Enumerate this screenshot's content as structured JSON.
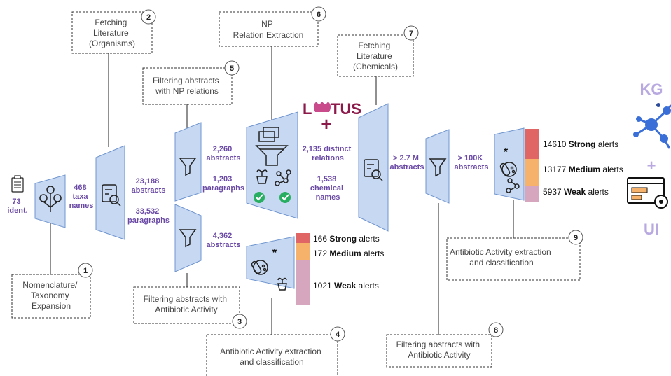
{
  "boxes": {
    "b1": {
      "num": "1",
      "lines": [
        "Nomenclature/",
        "Taxonomy",
        "Expansion"
      ]
    },
    "b2": {
      "num": "2",
      "lines": [
        "Fetching",
        "Literature",
        "(Organisms)"
      ]
    },
    "b3": {
      "num": "3",
      "lines": [
        "Filtering abstracts with",
        "Antibiotic Activity"
      ]
    },
    "b4": {
      "num": "4",
      "lines": [
        "Antibiotic Activity extraction",
        "and classification"
      ]
    },
    "b5": {
      "num": "5",
      "lines": [
        "Filtering abstracts",
        "with NP relations"
      ]
    },
    "b6": {
      "num": "6",
      "lines": [
        "NP",
        "Relation Extraction"
      ]
    },
    "b7": {
      "num": "7",
      "lines": [
        "Fetching",
        "Literature",
        "(Chemicals)"
      ]
    },
    "b8": {
      "num": "8",
      "lines": [
        "Filtering abstracts with",
        "Antibiotic Activity"
      ]
    },
    "b9": {
      "num": "9",
      "lines": [
        "Antibiotic Activity extraction",
        "and classification"
      ]
    }
  },
  "counts": {
    "ident": [
      "73",
      "ident."
    ],
    "taxa": [
      "468",
      "taxa",
      "names"
    ],
    "abstracts1": [
      "23,188",
      "abstracts"
    ],
    "paragraphs1": [
      "33,532",
      "paragraphs"
    ],
    "np_abs": [
      "2,260",
      "abstracts"
    ],
    "np_par": [
      "1,203",
      "paragraphs"
    ],
    "aa_abs": [
      "4,362",
      "abstracts"
    ],
    "relations": [
      "2,135 distinct",
      "relations"
    ],
    "chem": [
      "1,538",
      "chemical",
      "names"
    ],
    "m_abs": [
      "> 2.7 M",
      "abstracts"
    ],
    "k_abs": [
      "> 100K",
      "abstracts"
    ]
  },
  "alerts_small": [
    {
      "count": "166",
      "level": "Strong",
      "suffix": "alerts",
      "color": "#e06666"
    },
    {
      "count": "172",
      "level": "Medium",
      "suffix": "alerts",
      "color": "#f6b26b"
    },
    {
      "count": "1021",
      "level": "Weak",
      "suffix": "alerts",
      "color": "#d5a6bd"
    }
  ],
  "alerts_large": [
    {
      "count": "14610",
      "level": "Strong",
      "suffix": "alerts",
      "color": "#e06666"
    },
    {
      "count": "13177",
      "level": "Medium",
      "suffix": "alerts",
      "color": "#f6b26b"
    },
    {
      "count": "5937",
      "level": "Weak",
      "suffix": "alerts",
      "color": "#d5a6bd"
    }
  ],
  "lotus": {
    "l": "L",
    "tus": "TUS"
  },
  "kg_label": "KG",
  "ui_label": "UI",
  "plus": "+",
  "asterisk": "*",
  "colors": {
    "stage_fill": "#c7d8f2",
    "stage_stroke": "#6f95cf",
    "label_purple": "#6a4aa5",
    "lotus_red": "#8b1a4a",
    "kg_color": "#b8a9e0",
    "kg_network": "#3a6fd8"
  }
}
